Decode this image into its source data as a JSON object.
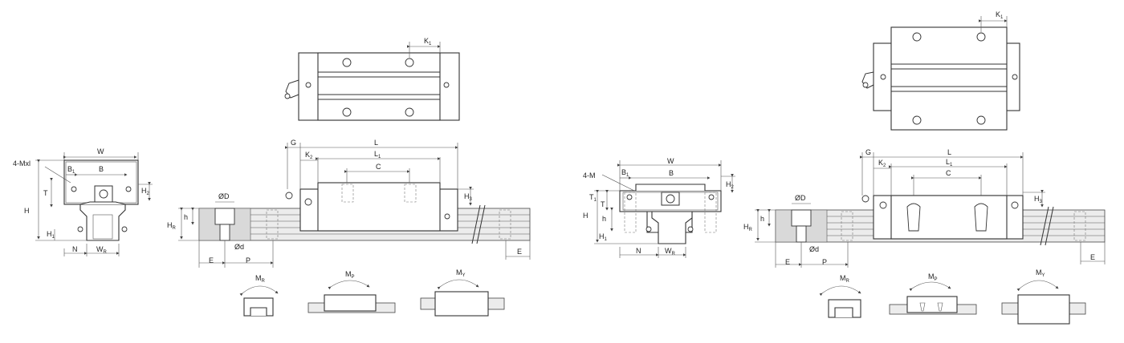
{
  "labels": {
    "left": {
      "W": "W",
      "B1": "B",
      "B1s": "1",
      "B": "B",
      "mount": "4-Mxl",
      "T": "T",
      "H": "H",
      "H1": "H",
      "H1s": "1",
      "H2": "H",
      "H2s": "2",
      "N": "N",
      "WR": "W",
      "WRs": "R",
      "K1": "K",
      "K1s": "1",
      "G": "G",
      "K2": "K",
      "K2s": "2",
      "L": "L",
      "L1": "L",
      "L1s": "1",
      "C": "C",
      "H3": "H",
      "H3s": "3",
      "OD": "ØD",
      "h": "h",
      "HR": "H",
      "HRs": "R",
      "od": "Ød",
      "E": "E",
      "P": "P",
      "E2": "E",
      "MR": "M",
      "MRs": "R",
      "MP": "M",
      "MPs": "P",
      "MY": "M",
      "MYs": "Y"
    },
    "right": {
      "W": "W",
      "B1": "B",
      "B1s": "1",
      "B": "B",
      "mount": "4-M",
      "T": "T",
      "T1": "T",
      "T1s": "1",
      "h": "h",
      "H": "H",
      "H1": "H",
      "H1s": "1",
      "H2": "H",
      "H2s": "2",
      "N": "N",
      "WR": "W",
      "WRs": "R",
      "K1": "K",
      "K1s": "1",
      "G": "G",
      "K2": "K",
      "K2s": "2",
      "L": "L",
      "L1": "L",
      "L1s": "1",
      "C": "C",
      "H3": "H",
      "H3s": "3",
      "OD": "ØD",
      "hr": "h",
      "HR": "H",
      "HRs": "R",
      "od": "Ød",
      "E": "E",
      "P": "P",
      "E2": "E",
      "MR": "M",
      "MRs": "R",
      "MP": "M",
      "MPs": "P",
      "MY": "M",
      "MYs": "Y"
    }
  }
}
